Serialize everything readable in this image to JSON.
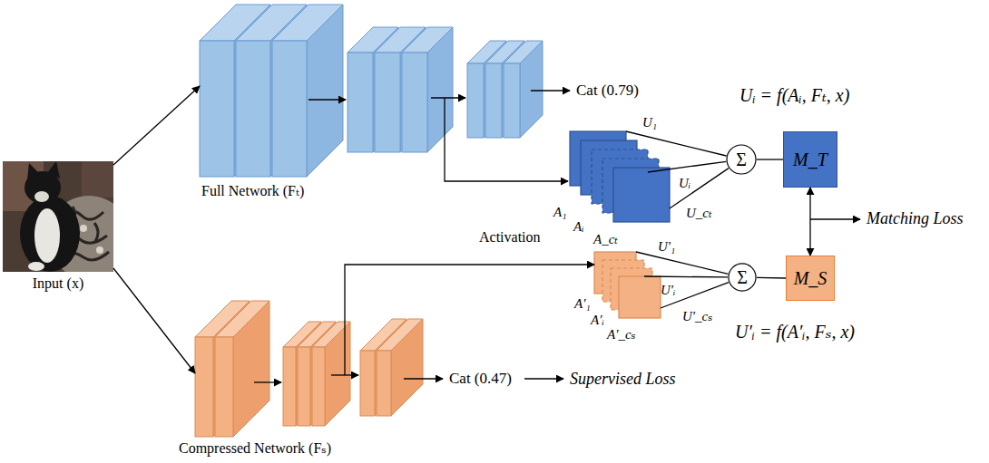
{
  "diagram": {
    "nodes": [
      {
        "text": [
          "Input (x)"
        ]
      },
      {
        "text": [
          "Full Network (Fₜ)"
        ]
      },
      {
        "text": [
          "Compressed Network (Fₛ)"
        ]
      },
      {
        "text": [
          "A₁",
          "Aᵢ",
          "A_cₜ",
          "Activation"
        ]
      },
      {
        "text": [
          "Σ"
        ]
      },
      {
        "text": [
          "M_T"
        ]
      },
      {
        "text": [
          "A′₁",
          "A′ᵢ",
          "A′_cₛ"
        ]
      },
      {
        "text": [
          "Σ"
        ]
      },
      {
        "text": [
          "M_S"
        ]
      }
    ],
    "edges": [
      {
        "from": 0,
        "to": 1,
        "arrow": "to"
      },
      {
        "from": 0,
        "to": 2,
        "arrow": "to"
      },
      {
        "from": 1,
        "to": 3,
        "arrow": "to"
      },
      {
        "from": 3,
        "to": 4,
        "label": "U₁",
        "arrow": "none"
      },
      {
        "from": 3,
        "to": 4,
        "label": "Uᵢ",
        "arrow": "none"
      },
      {
        "from": 3,
        "to": 4,
        "label": "U_cₜ",
        "arrow": "none"
      },
      {
        "from": 4,
        "to": 5,
        "arrow": "none"
      },
      {
        "from": 2,
        "to": 6,
        "arrow": "to"
      },
      {
        "from": 6,
        "to": 7,
        "label": "U′₁",
        "arrow": "none"
      },
      {
        "from": 6,
        "to": 7,
        "label": "U′ᵢ",
        "arrow": "none"
      },
      {
        "from": 6,
        "to": 7,
        "label": "U′_cₛ",
        "arrow": "none"
      },
      {
        "from": 7,
        "to": 8,
        "arrow": "none"
      },
      {
        "from": 5,
        "to": 8,
        "arrow": "both"
      }
    ],
    "labels": [
      "Cat (0.79)",
      "Uᵢ = f(Aᵢ, Fₜ, x)",
      "Matching Loss",
      "U′ᵢ = f(A′ᵢ, Fₛ, x)",
      "Cat (0.47)",
      "Supervised Loss"
    ]
  }
}
